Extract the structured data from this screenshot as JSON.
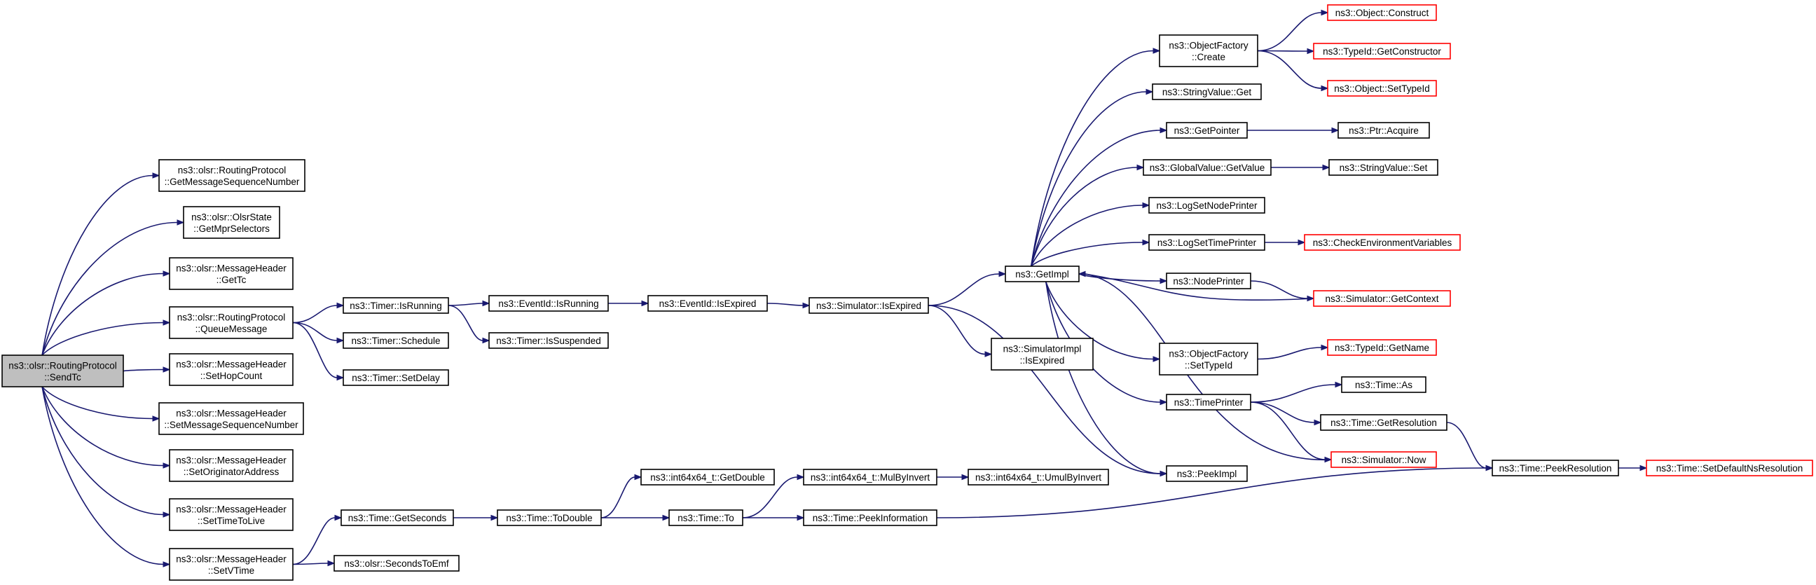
{
  "graph": {
    "nodes": [
      {
        "id": "sendtc",
        "lines": [
          "ns3::olsr::RoutingProtocol",
          "::SendTc"
        ],
        "root": true
      },
      {
        "id": "getmsgseq",
        "lines": [
          "ns3::olsr::RoutingProtocol",
          "::GetMessageSequenceNumber"
        ]
      },
      {
        "id": "getmprsel",
        "lines": [
          "ns3::olsr::OlsrState",
          "::GetMprSelectors"
        ]
      },
      {
        "id": "gettc",
        "lines": [
          "ns3::olsr::MessageHeader",
          "::GetTc"
        ]
      },
      {
        "id": "queuemsg",
        "lines": [
          "ns3::olsr::RoutingProtocol",
          "::QueueMessage"
        ]
      },
      {
        "id": "sethop",
        "lines": [
          "ns3::olsr::MessageHeader",
          "::SetHopCount"
        ]
      },
      {
        "id": "setmsgseq",
        "lines": [
          "ns3::olsr::MessageHeader",
          "::SetMessageSequenceNumber"
        ]
      },
      {
        "id": "setorig",
        "lines": [
          "ns3::olsr::MessageHeader",
          "::SetOriginatorAddress"
        ]
      },
      {
        "id": "setttl",
        "lines": [
          "ns3::olsr::MessageHeader",
          "::SetTimeToLive"
        ]
      },
      {
        "id": "setvtime",
        "lines": [
          "ns3::olsr::MessageHeader",
          "::SetVTime"
        ]
      },
      {
        "id": "timerisrunning",
        "lines": [
          "ns3::Timer::IsRunning"
        ]
      },
      {
        "id": "timerschedule",
        "lines": [
          "ns3::Timer::Schedule"
        ]
      },
      {
        "id": "timersetdelay",
        "lines": [
          "ns3::Timer::SetDelay"
        ]
      },
      {
        "id": "timegetseconds",
        "lines": [
          "ns3::Time::GetSeconds"
        ]
      },
      {
        "id": "secondstoemf",
        "lines": [
          "ns3::olsr::SecondsToEmf"
        ]
      },
      {
        "id": "eventidisrunning",
        "lines": [
          "ns3::EventId::IsRunning"
        ]
      },
      {
        "id": "timerissuspended",
        "lines": [
          "ns3::Timer::IsSuspended"
        ]
      },
      {
        "id": "timetodouble",
        "lines": [
          "ns3::Time::ToDouble"
        ]
      },
      {
        "id": "eventidisexpired",
        "lines": [
          "ns3::EventId::IsExpired"
        ]
      },
      {
        "id": "int64getdouble",
        "lines": [
          "ns3::int64x64_t::GetDouble"
        ]
      },
      {
        "id": "timeto",
        "lines": [
          "ns3::Time::To"
        ]
      },
      {
        "id": "simisexpired",
        "lines": [
          "ns3::Simulator::IsExpired"
        ]
      },
      {
        "id": "mulbyinvert",
        "lines": [
          "ns3::int64x64_t::MulByInvert"
        ]
      },
      {
        "id": "peekinfo",
        "lines": [
          "ns3::Time::PeekInformation"
        ]
      },
      {
        "id": "umulbyinvert",
        "lines": [
          "ns3::int64x64_t::UmulByInvert"
        ]
      },
      {
        "id": "getimpl",
        "lines": [
          "ns3::GetImpl"
        ]
      },
      {
        "id": "simimplisexpired",
        "lines": [
          "ns3::SimulatorImpl",
          "::IsExpired"
        ]
      },
      {
        "id": "objfactorycreate",
        "lines": [
          "ns3::ObjectFactory",
          "::Create"
        ]
      },
      {
        "id": "stringvalueget",
        "lines": [
          "ns3::StringValue::Get"
        ]
      },
      {
        "id": "getpointer",
        "lines": [
          "ns3::GetPointer"
        ]
      },
      {
        "id": "globalvaluegetvalue",
        "lines": [
          "ns3::GlobalValue::GetValue"
        ]
      },
      {
        "id": "logsetnodeprinter",
        "lines": [
          "ns3::LogSetNodePrinter"
        ]
      },
      {
        "id": "logsettimeprinter",
        "lines": [
          "ns3::LogSetTimePrinter"
        ]
      },
      {
        "id": "nodeprinter",
        "lines": [
          "ns3::NodePrinter"
        ]
      },
      {
        "id": "objfactorysettypeid",
        "lines": [
          "ns3::ObjectFactory",
          "::SetTypeId"
        ]
      },
      {
        "id": "timeprinter",
        "lines": [
          "ns3::TimePrinter"
        ]
      },
      {
        "id": "peekimpl",
        "lines": [
          "ns3::PeekImpl"
        ]
      },
      {
        "id": "objconstruct",
        "lines": [
          "ns3::Object::Construct"
        ],
        "truncated": true
      },
      {
        "id": "typeidgetctor",
        "lines": [
          "ns3::TypeId::GetConstructor"
        ],
        "truncated": true
      },
      {
        "id": "objsettypeid",
        "lines": [
          "ns3::Object::SetTypeId"
        ],
        "truncated": true
      },
      {
        "id": "ptracquire",
        "lines": [
          "ns3::Ptr::Acquire"
        ]
      },
      {
        "id": "stringvalueset",
        "lines": [
          "ns3::StringValue::Set"
        ]
      },
      {
        "id": "checkenv",
        "lines": [
          "ns3::CheckEnvironmentVariables"
        ],
        "truncated": true
      },
      {
        "id": "simgetcontext",
        "lines": [
          "ns3::Simulator::GetContext"
        ],
        "truncated": true
      },
      {
        "id": "typeidgetname",
        "lines": [
          "ns3::TypeId::GetName"
        ],
        "truncated": true
      },
      {
        "id": "timeas",
        "lines": [
          "ns3::Time::As"
        ]
      },
      {
        "id": "timegetresolution",
        "lines": [
          "ns3::Time::GetResolution"
        ]
      },
      {
        "id": "simnow",
        "lines": [
          "ns3::Simulator::Now"
        ],
        "truncated": true
      },
      {
        "id": "timepeekresolution",
        "lines": [
          "ns3::Time::PeekResolution"
        ]
      },
      {
        "id": "timesetdefaultns",
        "lines": [
          "ns3::Time::SetDefaultNsResolution"
        ],
        "truncated": true
      }
    ],
    "edges": [
      [
        "sendtc",
        "getmsgseq"
      ],
      [
        "sendtc",
        "getmprsel"
      ],
      [
        "sendtc",
        "gettc"
      ],
      [
        "sendtc",
        "queuemsg"
      ],
      [
        "sendtc",
        "sethop"
      ],
      [
        "sendtc",
        "setmsgseq"
      ],
      [
        "sendtc",
        "setorig"
      ],
      [
        "sendtc",
        "setttl"
      ],
      [
        "sendtc",
        "setvtime"
      ],
      [
        "queuemsg",
        "timerisrunning"
      ],
      [
        "queuemsg",
        "timerschedule"
      ],
      [
        "queuemsg",
        "timersetdelay"
      ],
      [
        "setvtime",
        "timegetseconds"
      ],
      [
        "setvtime",
        "secondstoemf"
      ],
      [
        "timerisrunning",
        "eventidisrunning"
      ],
      [
        "timerisrunning",
        "timerissuspended"
      ],
      [
        "timegetseconds",
        "timetodouble"
      ],
      [
        "eventidisrunning",
        "eventidisexpired"
      ],
      [
        "timetodouble",
        "int64getdouble"
      ],
      [
        "timetodouble",
        "timeto"
      ],
      [
        "eventidisexpired",
        "simisexpired"
      ],
      [
        "timeto",
        "mulbyinvert"
      ],
      [
        "timeto",
        "peekinfo"
      ],
      [
        "mulbyinvert",
        "umulbyinvert"
      ],
      [
        "simisexpired",
        "getimpl"
      ],
      [
        "simisexpired",
        "simimplisexpired"
      ],
      [
        "simisexpired",
        "peekimpl"
      ],
      [
        "peekinfo",
        "timepeekresolution"
      ],
      [
        "getimpl",
        "objfactorycreate"
      ],
      [
        "getimpl",
        "stringvalueget"
      ],
      [
        "getimpl",
        "getpointer"
      ],
      [
        "getimpl",
        "globalvaluegetvalue"
      ],
      [
        "getimpl",
        "logsetnodeprinter"
      ],
      [
        "getimpl",
        "logsettimeprinter"
      ],
      [
        "getimpl",
        "nodeprinter"
      ],
      [
        "getimpl",
        "objfactorysettypeid"
      ],
      [
        "getimpl",
        "timeprinter"
      ],
      [
        "getimpl",
        "peekimpl"
      ],
      [
        "objfactorycreate",
        "objconstruct"
      ],
      [
        "objfactorycreate",
        "typeidgetctor"
      ],
      [
        "objfactorycreate",
        "objsettypeid"
      ],
      [
        "getpointer",
        "ptracquire"
      ],
      [
        "globalvaluegetvalue",
        "stringvalueset"
      ],
      [
        "logsettimeprinter",
        "checkenv"
      ],
      [
        "nodeprinter",
        "simgetcontext"
      ],
      [
        "simgetcontext",
        "getimpl"
      ],
      [
        "objfactorysettypeid",
        "typeidgetname"
      ],
      [
        "timeprinter",
        "timeas"
      ],
      [
        "timeprinter",
        "timegetresolution"
      ],
      [
        "timeprinter",
        "simnow"
      ],
      [
        "simnow",
        "getimpl"
      ],
      [
        "timegetresolution",
        "timepeekresolution"
      ],
      [
        "timepeekresolution",
        "timesetdefaultns"
      ]
    ]
  }
}
